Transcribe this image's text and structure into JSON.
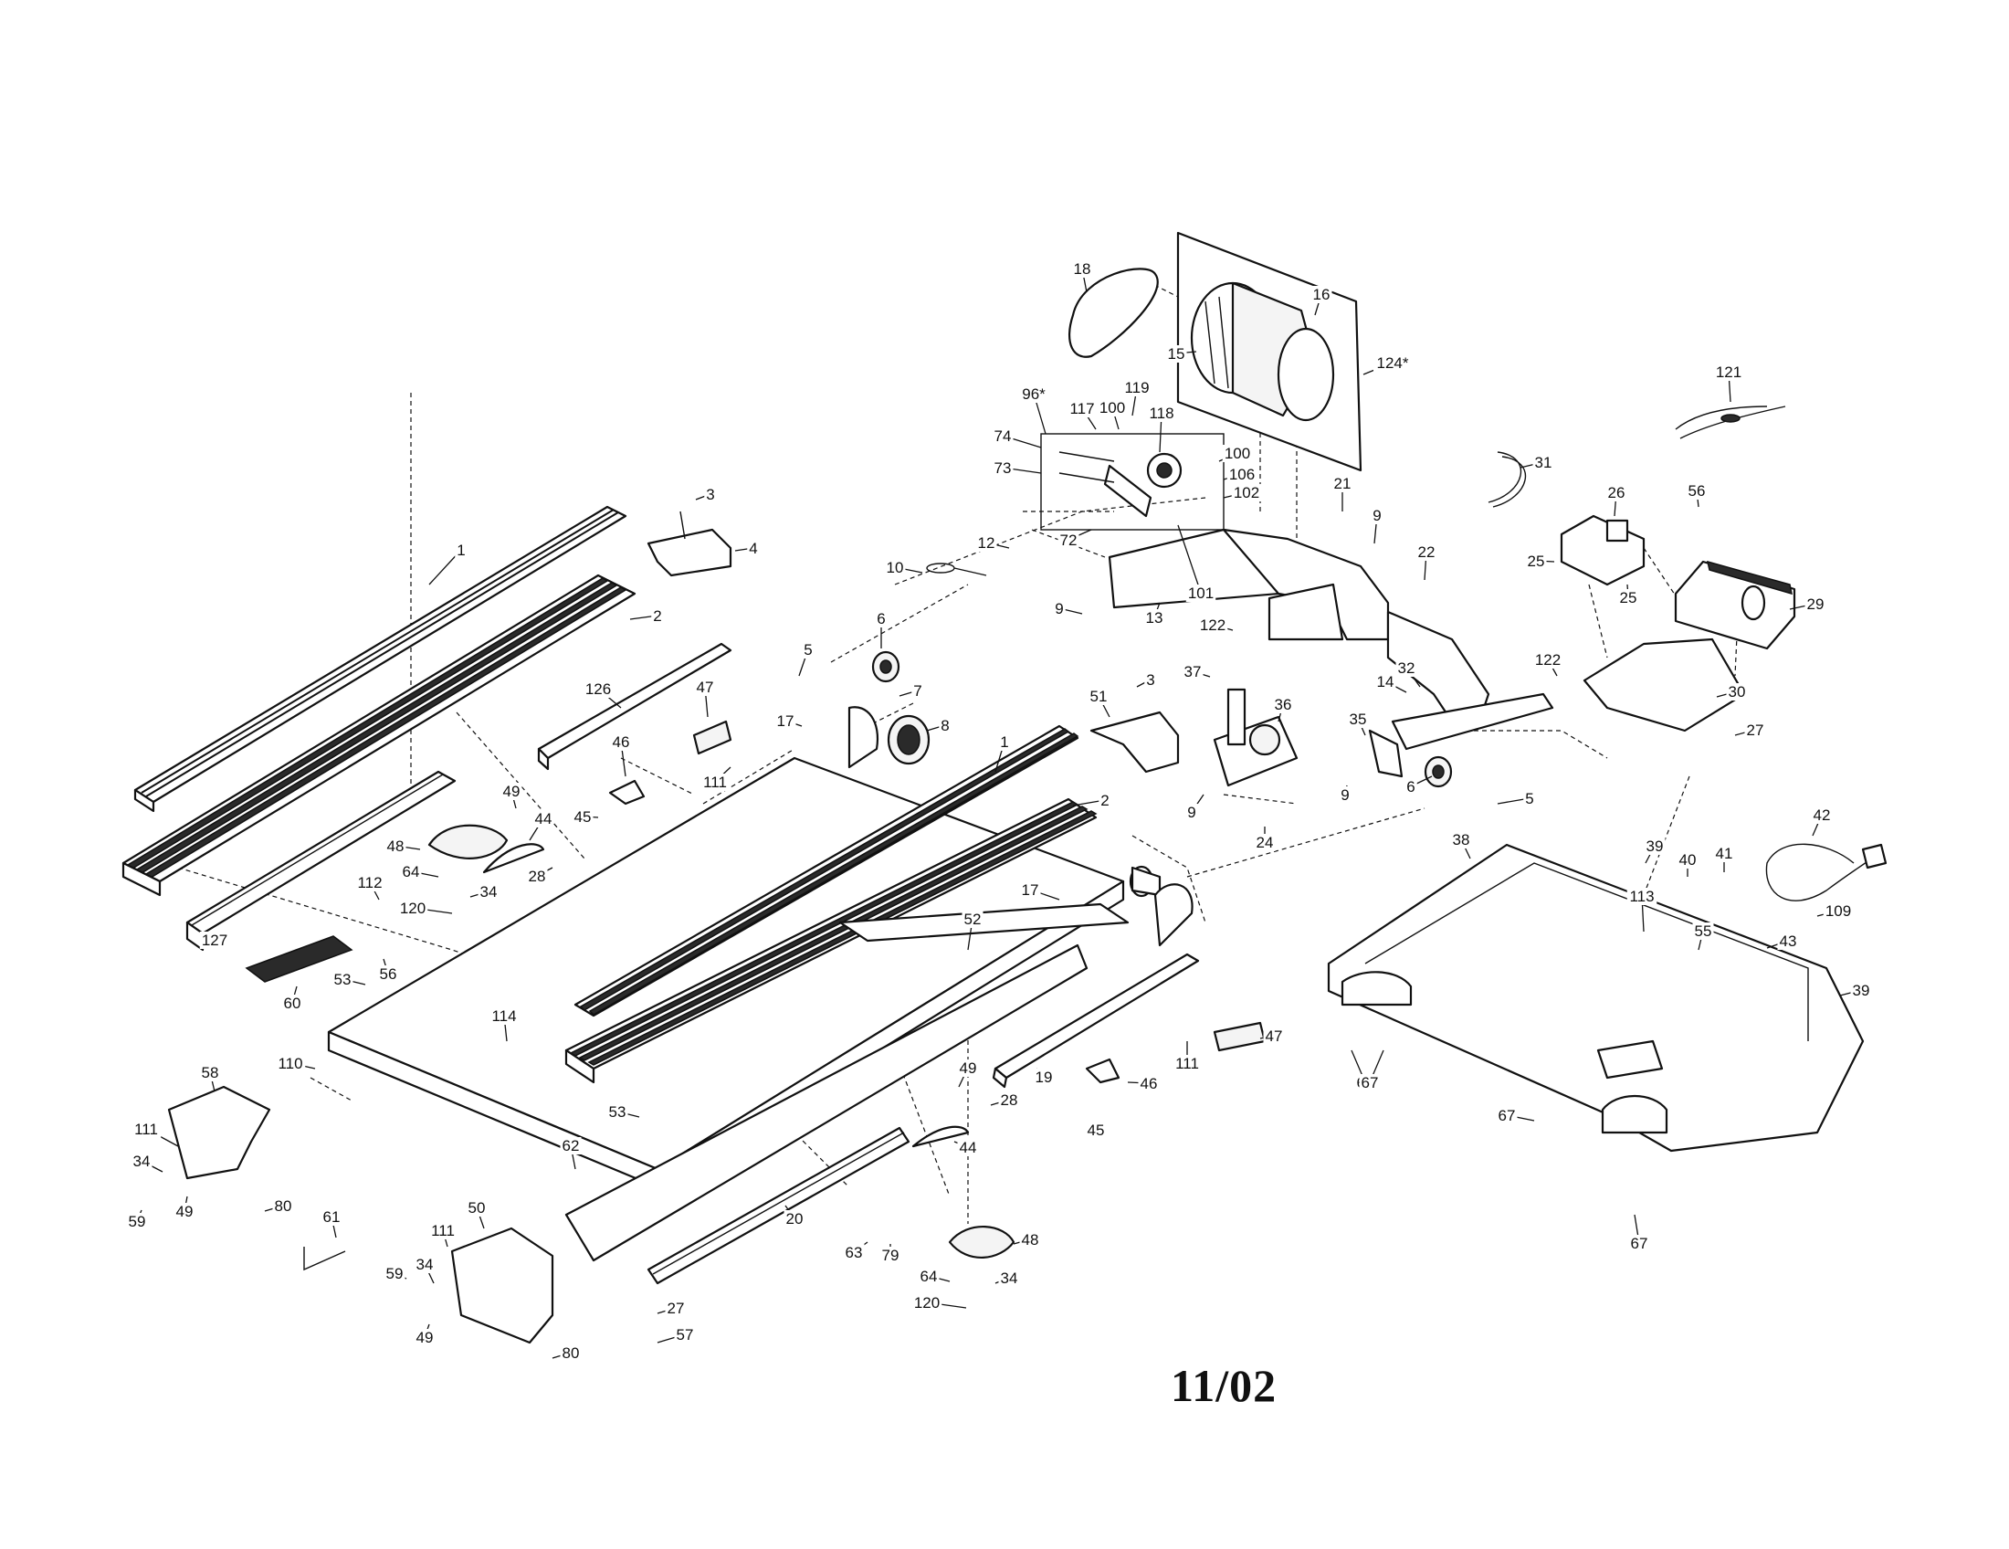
{
  "document": {
    "date_code": "11/02"
  },
  "callouts": [
    {
      "id": "1",
      "label": "1"
    },
    {
      "id": "1b",
      "label": "1"
    },
    {
      "id": "2",
      "label": "2"
    },
    {
      "id": "2b",
      "label": "2"
    },
    {
      "id": "3",
      "label": "3"
    },
    {
      "id": "3b",
      "label": "3"
    },
    {
      "id": "4",
      "label": "4"
    },
    {
      "id": "5",
      "label": "5"
    },
    {
      "id": "5b",
      "label": "5"
    },
    {
      "id": "6",
      "label": "6"
    },
    {
      "id": "6b",
      "label": "6"
    },
    {
      "id": "7",
      "label": "7"
    },
    {
      "id": "8",
      "label": "8"
    },
    {
      "id": "9a",
      "label": "9"
    },
    {
      "id": "9b",
      "label": "9"
    },
    {
      "id": "9c",
      "label": "9"
    },
    {
      "id": "9d",
      "label": "9"
    },
    {
      "id": "10",
      "label": "10"
    },
    {
      "id": "12",
      "label": "12"
    },
    {
      "id": "13",
      "label": "13"
    },
    {
      "id": "14",
      "label": "14"
    },
    {
      "id": "15",
      "label": "15"
    },
    {
      "id": "16",
      "label": "16"
    },
    {
      "id": "17a",
      "label": "17"
    },
    {
      "id": "17b",
      "label": "17"
    },
    {
      "id": "18",
      "label": "18"
    },
    {
      "id": "19",
      "label": "19"
    },
    {
      "id": "20",
      "label": "20"
    },
    {
      "id": "21",
      "label": "21"
    },
    {
      "id": "22",
      "label": "22"
    },
    {
      "id": "24",
      "label": "24"
    },
    {
      "id": "25a",
      "label": "25"
    },
    {
      "id": "25b",
      "label": "25"
    },
    {
      "id": "26",
      "label": "26"
    },
    {
      "id": "27a",
      "label": "27"
    },
    {
      "id": "27b",
      "label": "27"
    },
    {
      "id": "28a",
      "label": "28"
    },
    {
      "id": "28b",
      "label": "28"
    },
    {
      "id": "29",
      "label": "29"
    },
    {
      "id": "30",
      "label": "30"
    },
    {
      "id": "31",
      "label": "31"
    },
    {
      "id": "32",
      "label": "32"
    },
    {
      "id": "34a",
      "label": "34"
    },
    {
      "id": "34b",
      "label": "34"
    },
    {
      "id": "34c",
      "label": "34"
    },
    {
      "id": "34d",
      "label": "34"
    },
    {
      "id": "35",
      "label": "35"
    },
    {
      "id": "36",
      "label": "36"
    },
    {
      "id": "37",
      "label": "37"
    },
    {
      "id": "38",
      "label": "38"
    },
    {
      "id": "39a",
      "label": "39"
    },
    {
      "id": "39b",
      "label": "39"
    },
    {
      "id": "40",
      "label": "40"
    },
    {
      "id": "41",
      "label": "41"
    },
    {
      "id": "42",
      "label": "42"
    },
    {
      "id": "43",
      "label": "43"
    },
    {
      "id": "44a",
      "label": "44"
    },
    {
      "id": "44b",
      "label": "44"
    },
    {
      "id": "45a",
      "label": "45"
    },
    {
      "id": "45b",
      "label": "45"
    },
    {
      "id": "46a",
      "label": "46"
    },
    {
      "id": "46b",
      "label": "46"
    },
    {
      "id": "47a",
      "label": "47"
    },
    {
      "id": "47b",
      "label": "47"
    },
    {
      "id": "48a",
      "label": "48"
    },
    {
      "id": "48b",
      "label": "48"
    },
    {
      "id": "49a",
      "label": "49"
    },
    {
      "id": "49b",
      "label": "49"
    },
    {
      "id": "49c",
      "label": "49"
    },
    {
      "id": "49d",
      "label": "49"
    },
    {
      "id": "50",
      "label": "50"
    },
    {
      "id": "51",
      "label": "51"
    },
    {
      "id": "52",
      "label": "52"
    },
    {
      "id": "53a",
      "label": "53"
    },
    {
      "id": "53b",
      "label": "53"
    },
    {
      "id": "55",
      "label": "55"
    },
    {
      "id": "56a",
      "label": "56"
    },
    {
      "id": "56b",
      "label": "56"
    },
    {
      "id": "57",
      "label": "57"
    },
    {
      "id": "58",
      "label": "58"
    },
    {
      "id": "59a",
      "label": "59"
    },
    {
      "id": "59b",
      "label": "59"
    },
    {
      "id": "60",
      "label": "60"
    },
    {
      "id": "61",
      "label": "61"
    },
    {
      "id": "62",
      "label": "62"
    },
    {
      "id": "63",
      "label": "63"
    },
    {
      "id": "64a",
      "label": "64"
    },
    {
      "id": "64b",
      "label": "64"
    },
    {
      "id": "67a",
      "label": "67"
    },
    {
      "id": "67b",
      "label": "67"
    },
    {
      "id": "67c",
      "label": "67"
    },
    {
      "id": "67d",
      "label": "67"
    },
    {
      "id": "72",
      "label": "72"
    },
    {
      "id": "73",
      "label": "73"
    },
    {
      "id": "74",
      "label": "74"
    },
    {
      "id": "79",
      "label": "79"
    },
    {
      "id": "80a",
      "label": "80"
    },
    {
      "id": "80b",
      "label": "80"
    },
    {
      "id": "96",
      "label": "96*"
    },
    {
      "id": "100a",
      "label": "100"
    },
    {
      "id": "100b",
      "label": "100"
    },
    {
      "id": "101",
      "label": "101"
    },
    {
      "id": "102",
      "label": "102"
    },
    {
      "id": "106",
      "label": "106"
    },
    {
      "id": "109",
      "label": "109"
    },
    {
      "id": "110",
      "label": "110"
    },
    {
      "id": "111a",
      "label": "111"
    },
    {
      "id": "111b",
      "label": "111"
    },
    {
      "id": "111c",
      "label": "111"
    },
    {
      "id": "111d",
      "label": "111"
    },
    {
      "id": "112",
      "label": "112"
    },
    {
      "id": "113",
      "label": "113"
    },
    {
      "id": "114",
      "label": "114"
    },
    {
      "id": "117",
      "label": "117"
    },
    {
      "id": "118",
      "label": "118"
    },
    {
      "id": "119",
      "label": "119"
    },
    {
      "id": "120a",
      "label": "120"
    },
    {
      "id": "120b",
      "label": "120"
    },
    {
      "id": "121",
      "label": "121"
    },
    {
      "id": "122a",
      "label": "122"
    },
    {
      "id": "122b",
      "label": "122"
    },
    {
      "id": "124",
      "label": "124*"
    },
    {
      "id": "126",
      "label": "126"
    },
    {
      "id": "127",
      "label": "127"
    }
  ]
}
